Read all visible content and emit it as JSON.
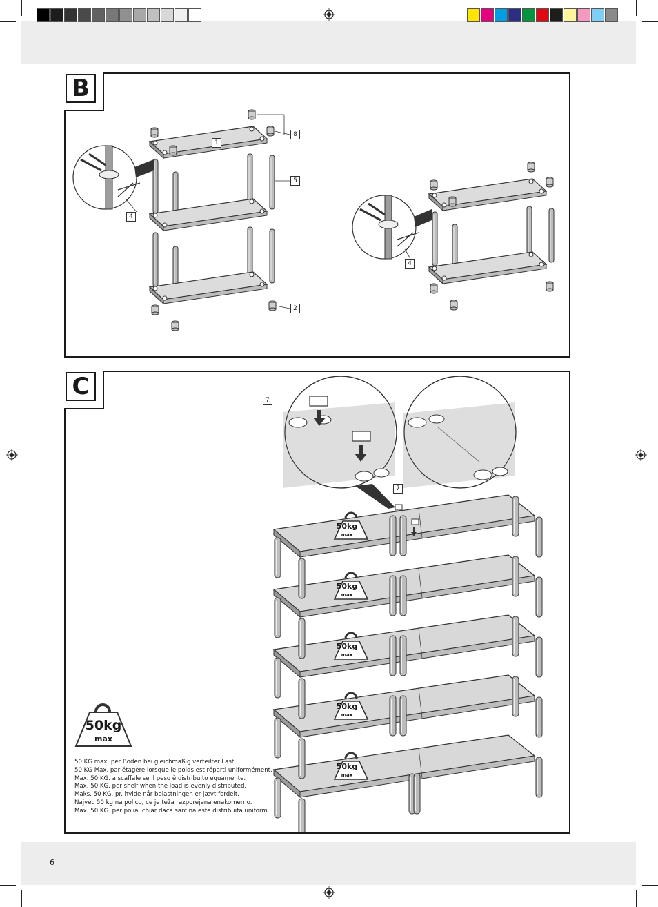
{
  "print_marks": {
    "greyscale": [
      "#000000",
      "#1c1c1c",
      "#333333",
      "#4a4a4a",
      "#616161",
      "#787878",
      "#909090",
      "#a8a8a8",
      "#c0c0c0",
      "#d8d8d8",
      "#f0f0f0",
      "#ffffff"
    ],
    "colors": [
      "#ffe600",
      "#e6007e",
      "#009fe3",
      "#2d2e83",
      "#009640",
      "#e30613",
      "#1d1d1b",
      "#fff59d",
      "#f49ac1",
      "#7fcff4",
      "#8a8a8a"
    ]
  },
  "panel_b": {
    "label": "B",
    "callouts": {
      "c1": "1",
      "c8": "8",
      "c5": "5",
      "c4a": "4",
      "c2": "2",
      "c4b": "4"
    }
  },
  "panel_c": {
    "label": "C",
    "callouts": {
      "c7a": "7",
      "c7b": "7"
    },
    "weight": {
      "value": "50kg",
      "unit": "max"
    }
  },
  "load_notes": [
    "50 KG max. per Boden bei gleichmäßig verteilter Last.",
    "50 KG Max. par étagère lorsque le poids est réparti uniformément.",
    "Max. 50 KG. a scaffale se il peso è distribuito equamente.",
    "Max. 50 KG. per shelf when the load is evenly distributed.",
    "Maks. 50 KG. pr. hylde når belastningen er jævt fordelt.",
    "Najvec 50 kg na polico, ce je teža razporejena enakomerno.",
    "Max. 50 KG. per polia, chiar daca sarcina este distribuita uniform."
  ],
  "page_number": "6"
}
